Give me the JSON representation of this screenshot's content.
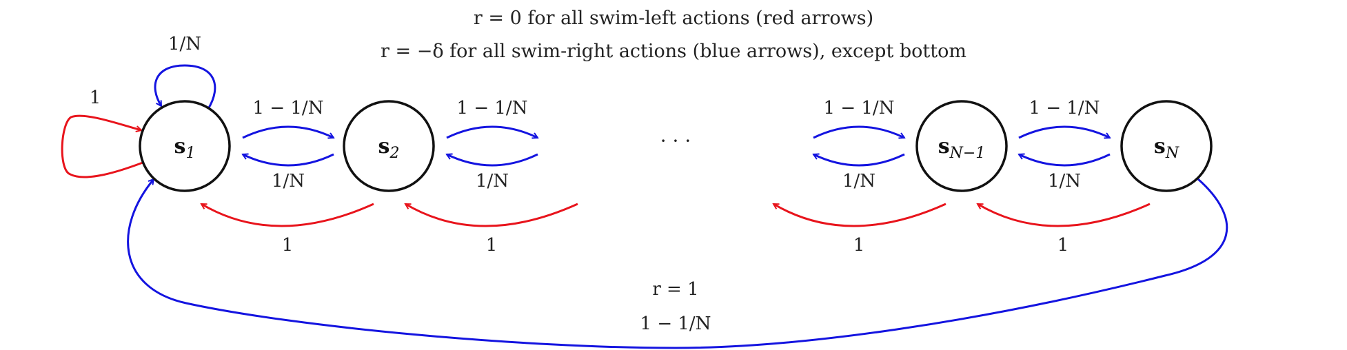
{
  "captions": {
    "line1": "r = 0 for all swim-left actions (red arrows)",
    "line2": "r = −δ for all swim-right actions (blue arrows), except bottom"
  },
  "states": [
    {
      "base": "s",
      "sub": "1"
    },
    {
      "base": "s",
      "sub": "2"
    },
    {
      "base": "s",
      "sub": "N−1"
    },
    {
      "base": "s",
      "sub": "N"
    }
  ],
  "ellipsis": "· · ·",
  "labels": {
    "self_loop_blue": "1/N",
    "self_loop_red": "1",
    "right_forward": "1 − 1/N",
    "right_back": "1/N",
    "left": "1",
    "bottom_reward": "r = 1",
    "bottom_prob": "1 − 1/N"
  },
  "colors": {
    "left_action": "#e8141c",
    "right_action": "#1414e0",
    "node_stroke": "#111111"
  }
}
